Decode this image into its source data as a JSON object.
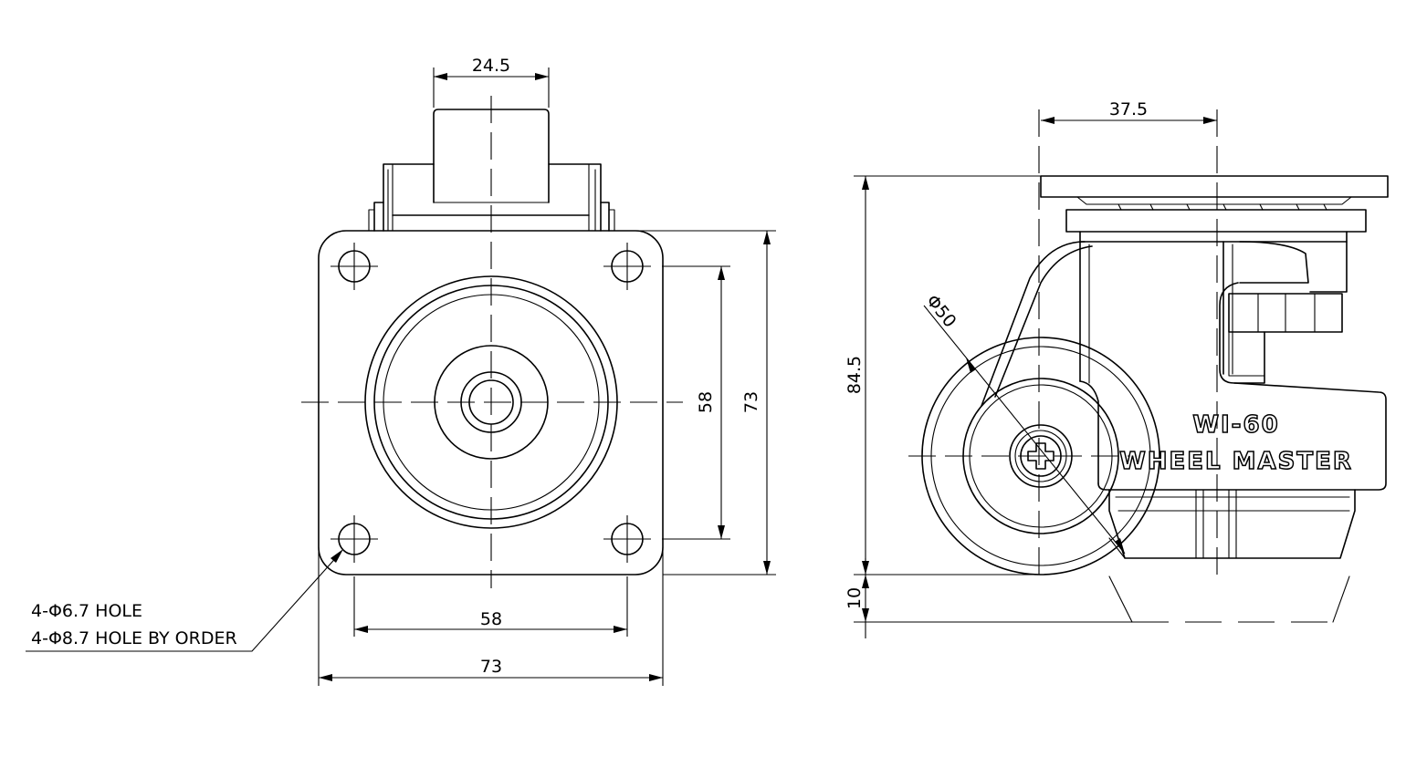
{
  "front_view": {
    "dim_top_width": "24.5",
    "dim_hole_spacing_h": "58",
    "dim_plate_width": "73",
    "dim_hole_spacing_v": "58",
    "dim_plate_height": "73",
    "note_line_1": "4-Φ6.7 HOLE",
    "note_line_2": "4-Φ8.7 HOLE BY ORDER"
  },
  "side_view": {
    "dim_offset": "37.5",
    "dim_total_height": "84.5",
    "dim_wheel_diameter": "Φ50",
    "dim_adjust": "10",
    "brand_model": "WI-60",
    "brand_name": "WHEEL MASTER"
  }
}
